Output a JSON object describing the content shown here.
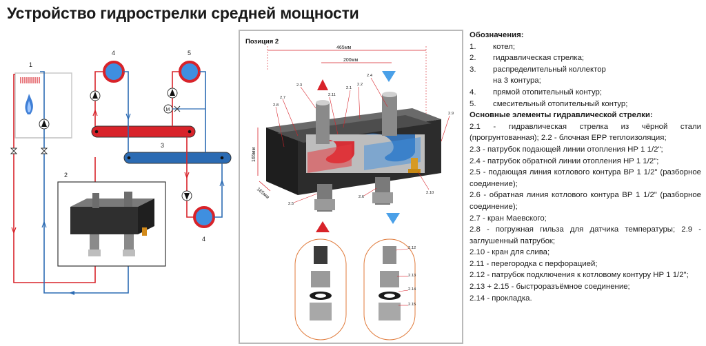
{
  "title": "Устройство гидрострелки средней мощности",
  "colors": {
    "hot": "#d8232a",
    "cold": "#2b6bb3",
    "dark": "#3a3a3a",
    "panel_border": "#b9b9b9"
  },
  "schema": {
    "labels": [
      "1",
      "2",
      "3",
      "4",
      "5",
      "4"
    ]
  },
  "panel": {
    "title": "Позиция 2",
    "dim_465": "465мм",
    "dim_200": "200мм",
    "dim_165_v": "165мм",
    "dim_165_d": "165мм",
    "callouts": [
      "2.3",
      "2.1",
      "2.2",
      "2.4",
      "2.7",
      "2.11",
      "2.8",
      "2.9",
      "2.5",
      "2.6",
      "2.10",
      "2.12",
      "2.13",
      "2.14",
      "2.15"
    ]
  },
  "legend": {
    "header": "Обозначения:",
    "items": [
      {
        "num": "1.",
        "text": "котел;"
      },
      {
        "num": "2.",
        "text": "гидравлическая стрелка;"
      },
      {
        "num": "3.",
        "text": "распределительный коллектор"
      },
      {
        "num": "",
        "text": "на 3 контура;"
      },
      {
        "num": "4.",
        "text": "прямой отопительный контур;"
      },
      {
        "num": "5.",
        "text": "смесительный отопительный контур;"
      }
    ],
    "elements_header": "Основные элементы гидравлической стрелки:",
    "elements": [
      "2.1 - гидравлическая стрелка из чёрной стали (прогрунтованная); 2.2 - блочная EPP теплоизоляция;",
      "2.3 - патрубок подающей линии отопления НР 1 1/2\";",
      "2.4 - патрубок обратной линии отопления НР 1 1/2\";",
      "2.5 - подающая линия котлового контура ВР 1 1/2\" (разборное соединение);",
      "2.6 - обратная линия котлового контура ВР 1 1/2\" (разборное соединение);",
      "2.7 - кран Маевского;",
      "2.8 - погружная гильза для датчика температуры; 2.9 - заглушенный патрубок;",
      "2.10 - кран для слива;",
      "2.11 - перегородка с перфорацией;",
      "2.12 - патрубок подключения к котловому контуру НР 1 1/2\";",
      " 2.13 + 2.15 - быстроразъёмное соединение;",
      "2.14 - прокладка."
    ]
  }
}
